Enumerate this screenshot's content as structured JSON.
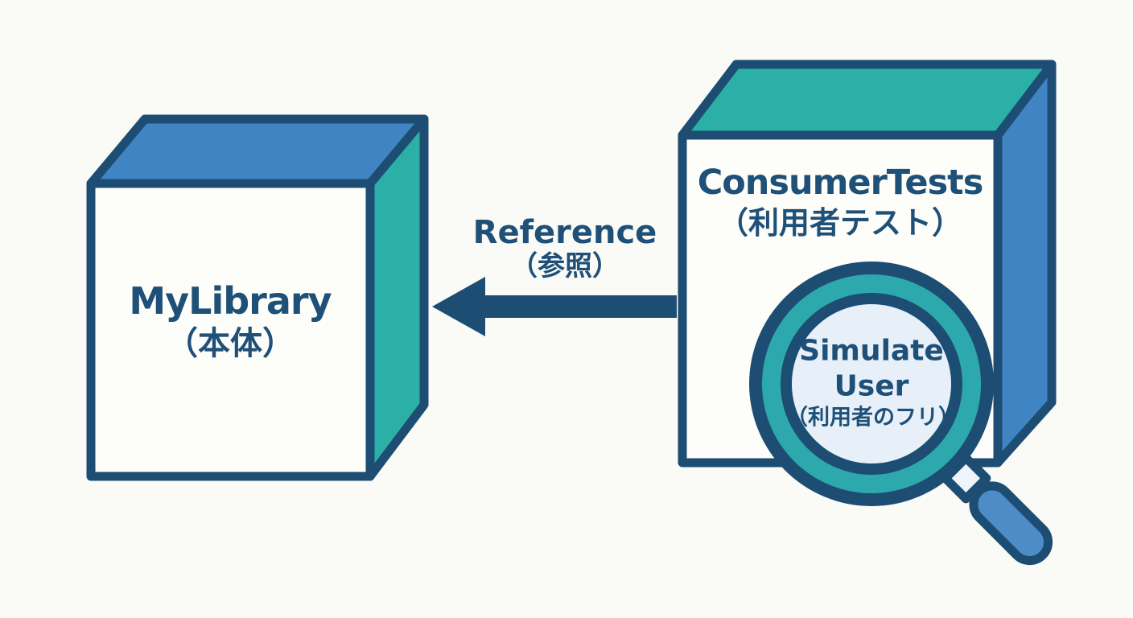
{
  "diagram_title": "Consumer tests reference diagram",
  "colors": {
    "background": "#fafaf7",
    "outline": "#1d4d73",
    "text": "#1e5078",
    "face_blue": "#4184c3",
    "face_teal": "#2bafa7",
    "face_white": "#fdfdfa",
    "lens_fill": "#e7f0f9",
    "ring_teal": "#2da9ad",
    "handle_blue": "#4e8cc8",
    "connector_fill": "#eef4fa"
  },
  "left_box": {
    "label": "MyLibrary",
    "label_ja": "（本体）"
  },
  "right_box": {
    "label": "ConsumerTests",
    "label_ja": "（利用者テスト）"
  },
  "arrow": {
    "label": "Reference",
    "label_ja": "（参照）"
  },
  "magnifier": {
    "label_line1": "Simulate",
    "label_line2": "User",
    "label_ja": "（利用者のフリ）"
  }
}
